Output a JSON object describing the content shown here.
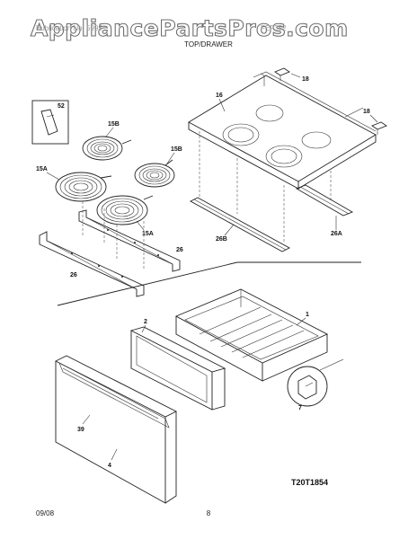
{
  "watermark": "AppliancePartsPros.com",
  "header": {
    "left_text": "Publication No. 5995",
    "right_text": "FEF352",
    "section_title": "TOP/DRAWER"
  },
  "labels": {
    "p52": "52",
    "p15B_a": "15B",
    "p15B_b": "15B",
    "p15A_a": "15A",
    "p15A_b": "15A",
    "p16": "16",
    "p18_a": "18",
    "p18_b": "18",
    "p26_a": "26",
    "p26_b": "26",
    "p26B": "26B",
    "p26A": "26A",
    "p1": "1",
    "p2": "2",
    "p39": "39",
    "p4": "4",
    "p7": "7"
  },
  "diagram_code": "T20T1854",
  "footer": {
    "date": "09/08",
    "page_number": "8"
  }
}
